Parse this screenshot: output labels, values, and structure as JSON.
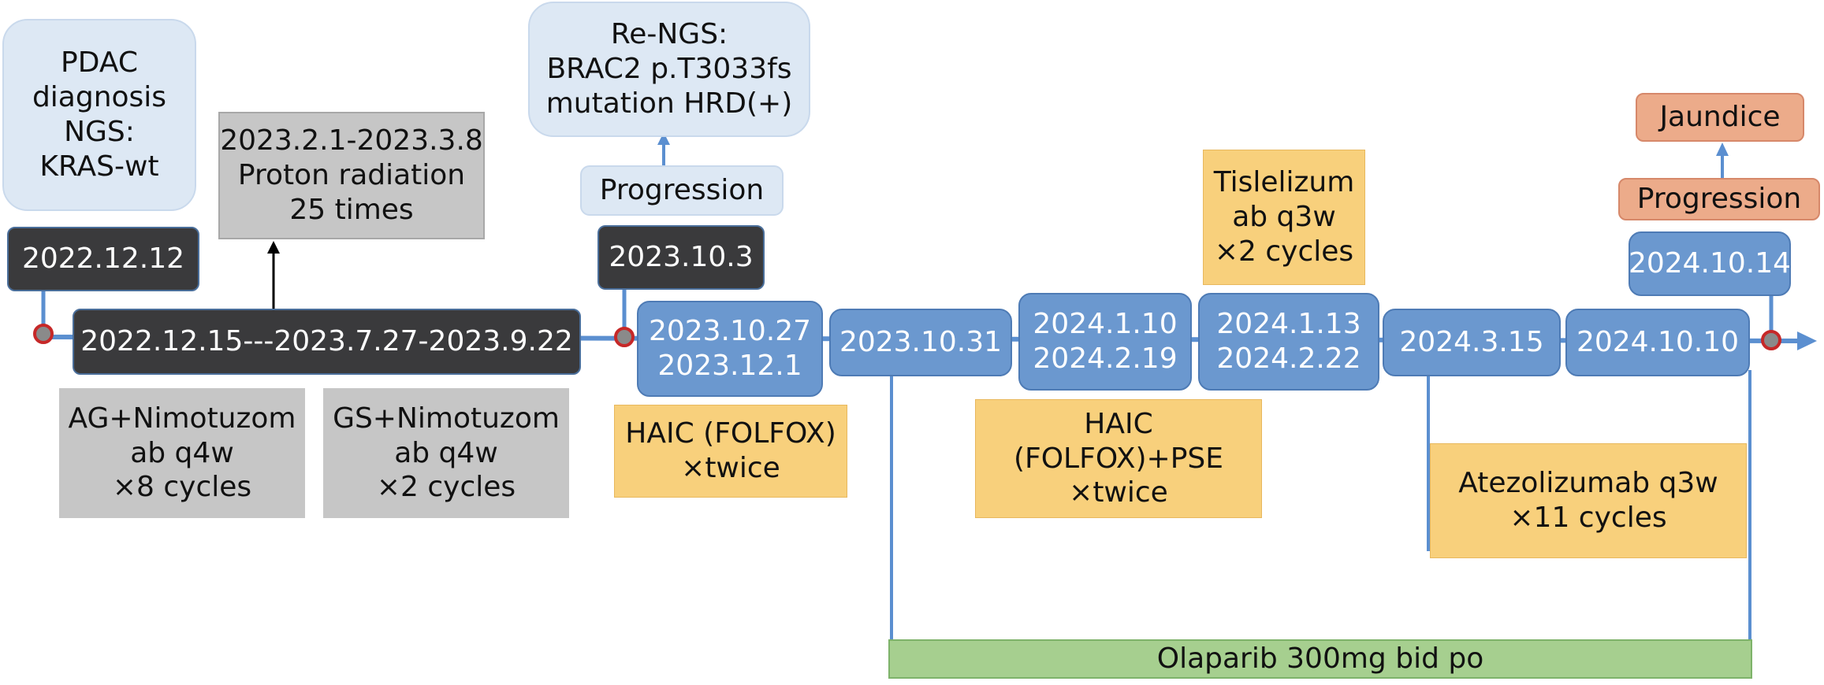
{
  "nodes": {
    "pdac_diagnosis": "PDAC\ndiagnosis\nNGS:\nKRAS-wt",
    "date_2022_12_12": "2022.12.12",
    "date_range_main": "2022.12.15---2023.7.27-2023.9.22",
    "proton_radiation": "2023.2.1-2023.3.8\nProton radiation\n25 times",
    "ag_nimotuzomab": "AG+Nimotuzom\nab q4w\n×8 cycles",
    "gs_nimotuzomab": "GS+Nimotuzom\nab q4w\n×2 cycles",
    "re_ngs": "Re-NGS:\nBRAC2 p.T3033fs\nmutation HRD(+)",
    "progression_1": "Progression",
    "date_2023_10_3": "2023.10.3",
    "date_2023_10_27": "2023.10.27\n2023.12.1",
    "haic_folfox_twice": "HAIC (FOLFOX)\n×twice",
    "date_2023_10_31": "2023.10.31",
    "date_2024_1_10": "2024.1.10\n2024.2.19",
    "haic_folfox_pse": "HAIC\n(FOLFOX)+PSE\n×twice",
    "tislelizumab": "Tislelizum\nab q3w\n×2 cycles",
    "date_2024_1_13": "2024.1.13\n2024.2.22",
    "date_2024_3_15": "2024.3.15",
    "date_2024_10_10": "2024.10.10",
    "atezolizumab": "Atezolizumab q3w\n×11 cycles",
    "jaundice": "Jaundice",
    "progression_2": "Progression",
    "date_2024_10_14": "2024.10.14",
    "olaparib": "Olaparib 300mg bid po"
  },
  "colors": {
    "timeline": "#5b8fd0",
    "dark_box": "#3a3a3c",
    "blue_box": "#6b98cf",
    "light_blue_box": "#dde8f4",
    "gray_box": "#c6c6c6",
    "yellow_box": "#f8d07c",
    "orange_box": "#ecab8a",
    "green_box": "#a6cf8f",
    "event_dot": "#c62828"
  }
}
